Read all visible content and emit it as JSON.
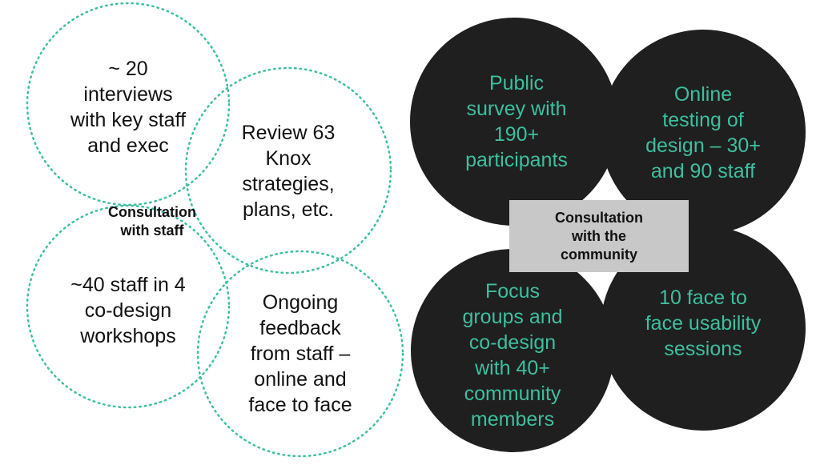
{
  "colors": {
    "staff_circle_stroke": "#3dbf9f",
    "community_circle_fill": "#1f1f1f",
    "community_text": "#3dbf9f",
    "hub_fill": "#c8c8c8",
    "label_text": "#111111"
  },
  "staff": {
    "title": "Consultation\nwith staff",
    "items": [
      "~ 20\ninterviews\nwith key staff\nand exec",
      "Review 63\nKnox\nstrategies,\nplans, etc.",
      "~40 staff in 4\nco-design\nworkshops",
      "Ongoing\nfeedback\nfrom staff –\nonline and\nface to face"
    ]
  },
  "community": {
    "title": "Consultation\nwith the\ncommunity",
    "items": [
      "Public\nsurvey with\n190+\nparticipants",
      "Online\ntesting of\ndesign – 30+\nand 90 staff",
      "Focus\ngroups and\nco-design\nwith 40+\ncommunity\nmembers",
      "10 face to\nface usability\nsessions"
    ]
  }
}
